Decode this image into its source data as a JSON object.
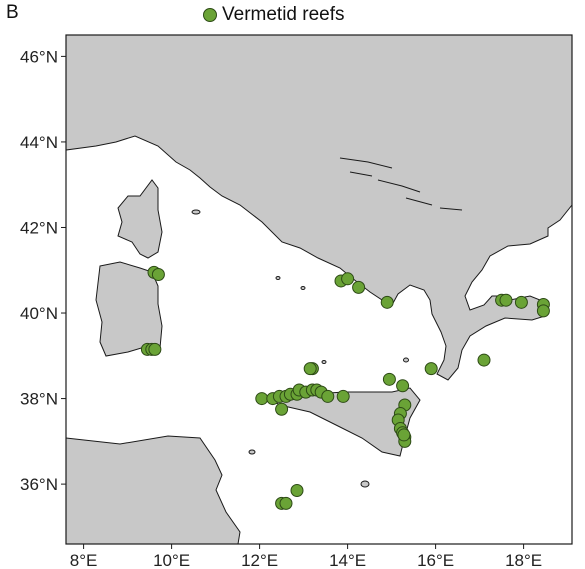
{
  "panel_label": "B",
  "colors": {
    "land": "#c8c8c8",
    "sea": "#ffffff",
    "marker": "#6aa336",
    "marker_edge": "#2d4a16",
    "coast": "#1a1a1a"
  },
  "chart_data": {
    "type": "scatter",
    "title": "",
    "legend": {
      "placement": "top-center",
      "entries": [
        "Vermetid reefs"
      ]
    },
    "xlabel": "",
    "ylabel": "",
    "xlim": [
      7.6,
      19.1
    ],
    "ylim": [
      34.6,
      46.5
    ],
    "x_ticks": [
      8,
      10,
      12,
      14,
      16,
      18
    ],
    "x_tick_labels": [
      "8°E",
      "10°E",
      "12°E",
      "14°E",
      "16°E",
      "18°E"
    ],
    "y_ticks": [
      36,
      38,
      40,
      42,
      44,
      46
    ],
    "y_tick_labels": [
      "36°N",
      "38°N",
      "40°N",
      "42°N",
      "44°N",
      "46°N"
    ],
    "grid": false,
    "series": [
      {
        "name": "Vermetid reefs",
        "points": [
          [
            9.6,
            40.95
          ],
          [
            9.7,
            40.9
          ],
          [
            9.45,
            39.15
          ],
          [
            9.55,
            39.15
          ],
          [
            9.62,
            39.15
          ],
          [
            13.85,
            40.75
          ],
          [
            14.0,
            40.8
          ],
          [
            14.25,
            40.6
          ],
          [
            14.9,
            40.25
          ],
          [
            17.5,
            40.3
          ],
          [
            17.6,
            40.3
          ],
          [
            17.95,
            40.25
          ],
          [
            18.45,
            40.2
          ],
          [
            18.45,
            40.05
          ],
          [
            17.1,
            38.9
          ],
          [
            15.9,
            38.7
          ],
          [
            14.95,
            38.45
          ],
          [
            15.25,
            38.3
          ],
          [
            13.2,
            38.7
          ],
          [
            13.15,
            38.7
          ],
          [
            12.05,
            38.0
          ],
          [
            12.3,
            38.0
          ],
          [
            12.45,
            38.05
          ],
          [
            12.6,
            38.05
          ],
          [
            12.7,
            38.1
          ],
          [
            12.85,
            38.1
          ],
          [
            12.9,
            38.2
          ],
          [
            13.05,
            38.15
          ],
          [
            13.2,
            38.2
          ],
          [
            13.3,
            38.2
          ],
          [
            13.4,
            38.15
          ],
          [
            13.55,
            38.05
          ],
          [
            13.9,
            38.05
          ],
          [
            12.5,
            37.75
          ],
          [
            15.3,
            37.85
          ],
          [
            15.2,
            37.65
          ],
          [
            15.15,
            37.5
          ],
          [
            15.2,
            37.3
          ],
          [
            15.25,
            37.2
          ],
          [
            15.3,
            37.1
          ],
          [
            15.3,
            37.0
          ],
          [
            15.28,
            37.15
          ],
          [
            12.5,
            35.55
          ],
          [
            12.6,
            35.55
          ],
          [
            12.85,
            35.85
          ]
        ]
      }
    ]
  }
}
